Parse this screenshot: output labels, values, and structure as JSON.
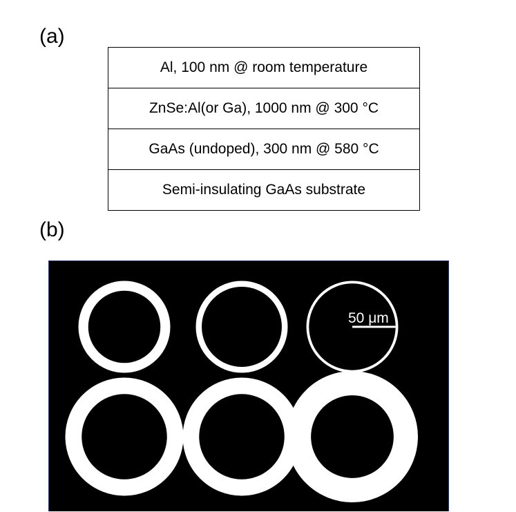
{
  "panel_a": {
    "label": "(a)",
    "layers": [
      {
        "text": "Al, 100 nm @ room temperature"
      },
      {
        "text": "ZnSe:Al(or Ga), 1000 nm @ 300 °C"
      },
      {
        "text": "GaAs (undoped), 300 nm @ 580 °C"
      },
      {
        "text": "Semi-insulating GaAs substrate"
      }
    ]
  },
  "panel_b": {
    "label": "(b)",
    "scale_bar_text": "50 μm",
    "background_color": "#000000",
    "ring_color": "#ffffff",
    "rings": [
      {
        "row": 1,
        "col": 1,
        "outer_um": 70,
        "inner_um": 55
      },
      {
        "row": 1,
        "col": 2,
        "outer_um": 70,
        "inner_um": 61
      },
      {
        "row": 1,
        "col": 3,
        "outer_um": 70,
        "inner_um": 66
      },
      {
        "row": 2,
        "col": 1,
        "outer_um": 90,
        "inner_um": 65
      },
      {
        "row": 2,
        "col": 2,
        "outer_um": 90,
        "inner_um": 65
      },
      {
        "row": 2,
        "col": 3,
        "outer_um": 100,
        "inner_um": 63
      }
    ]
  }
}
